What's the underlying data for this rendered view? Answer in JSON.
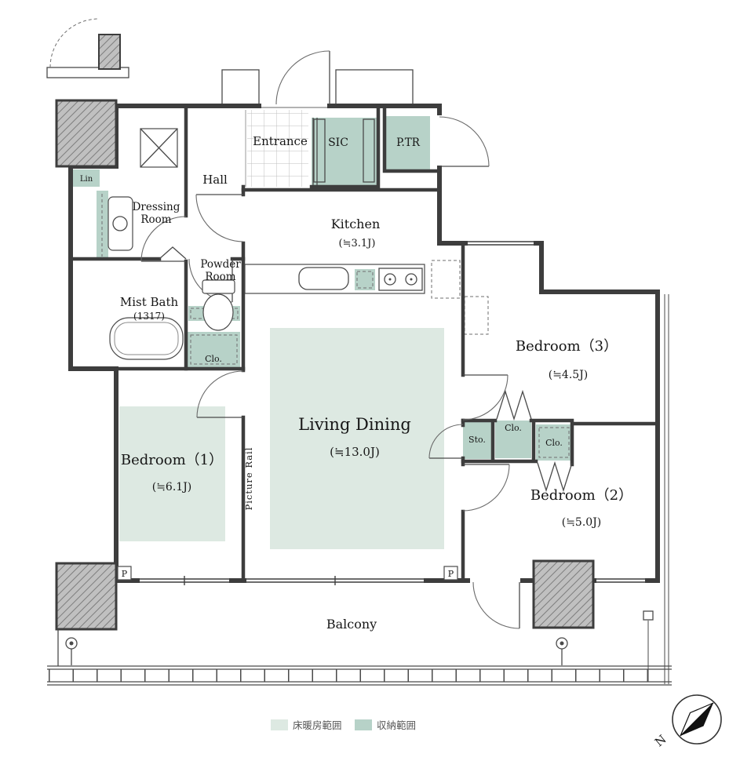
{
  "plan": {
    "rooms": {
      "entrance": {
        "label": "Entrance"
      },
      "sic": {
        "label": "SIC"
      },
      "ptr": {
        "label": "P.TR"
      },
      "hall": {
        "label": "Hall"
      },
      "lin": {
        "label": "Lin"
      },
      "dressing_room": {
        "label_line1": "Dressing",
        "label_line2": "Room"
      },
      "mist_bath": {
        "label": "Mist Bath",
        "size": "(1317)"
      },
      "powder_room": {
        "label_line1": "Powder",
        "label_line2": "Room"
      },
      "kitchen": {
        "label": "Kitchen",
        "size": "(≒3.1J)"
      },
      "living_dining": {
        "label": "Living Dining",
        "size": "(≒13.0J)"
      },
      "bedroom_1": {
        "label": "Bedroom（1）",
        "size": "(≒6.1J)"
      },
      "bedroom_2": {
        "label": "Bedroom（2）",
        "size": "(≒5.0J)"
      },
      "bedroom_3": {
        "label": "Bedroom（3）",
        "size": "(≒4.5J)"
      },
      "balcony": {
        "label": "Balcony"
      }
    },
    "storage": {
      "closet_hall": {
        "label": "Clo."
      },
      "storage_living": {
        "label": "Sto."
      },
      "closet_bedroom_3": {
        "label": "Clo."
      },
      "closet_bedroom_2": {
        "label": "Clo."
      }
    },
    "features": {
      "picture_rail": {
        "label": "Picture Rail"
      },
      "pipe_space_left": {
        "label": "P"
      },
      "pipe_space_right": {
        "label": "P"
      }
    },
    "legend": {
      "floor_heating_label": "床暖房範囲",
      "storage_label": "収納範囲"
    },
    "compass": {
      "north_label": "N"
    },
    "colors": {
      "floor_heating": "#dde9e2",
      "storage": "#b7d2c8",
      "wall": "#3d3d3d",
      "column": "#c0c0c0"
    }
  }
}
